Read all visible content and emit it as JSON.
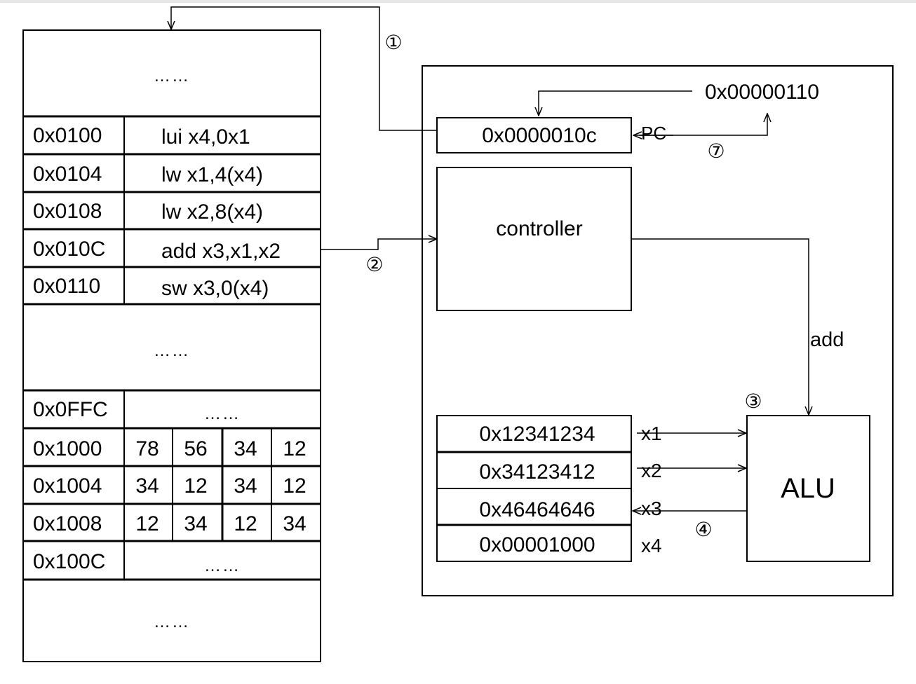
{
  "memory": {
    "top_ellipsis": "……",
    "instructions": [
      {
        "addr": "0x0100",
        "text": "lui x4,0x1"
      },
      {
        "addr": "0x0104",
        "text": "lw x1,4(x4)"
      },
      {
        "addr": "0x0108",
        "text": "lw x2,8(x4)"
      },
      {
        "addr": "0x010C",
        "text": "add x3,x1,x2"
      },
      {
        "addr": "0x0110",
        "text": "sw x3,0(x4)"
      }
    ],
    "mid_ellipsis": "……",
    "gap_row": {
      "addr": "0x0FFC",
      "text": "……"
    },
    "data_rows": [
      {
        "addr": "0x1000",
        "bytes": [
          "78",
          "56",
          "34",
          "12"
        ]
      },
      {
        "addr": "0x1004",
        "bytes": [
          "34",
          "12",
          "34",
          "12"
        ]
      },
      {
        "addr": "0x1008",
        "bytes": [
          "12",
          "34",
          "12",
          "34"
        ]
      }
    ],
    "tail_row": {
      "addr": "0x100C",
      "text": "……"
    },
    "bottom_ellipsis": "……"
  },
  "cpu": {
    "pc_value": "0x0000010c",
    "pc_label": "PC",
    "next_pc": "0x00000110",
    "controller_label": "controller",
    "alu_op_label": "add",
    "alu_label": "ALU",
    "registers": [
      {
        "value": "0x12341234",
        "name": "x1"
      },
      {
        "value": "0x34123412",
        "name": "x2"
      },
      {
        "value": "0x46464646",
        "name": "x3"
      },
      {
        "value": "0x00001000",
        "name": "x4"
      }
    ]
  },
  "steps": {
    "s1": "①",
    "s2": "②",
    "s3": "③",
    "s4": "④",
    "s7": "⑦"
  }
}
